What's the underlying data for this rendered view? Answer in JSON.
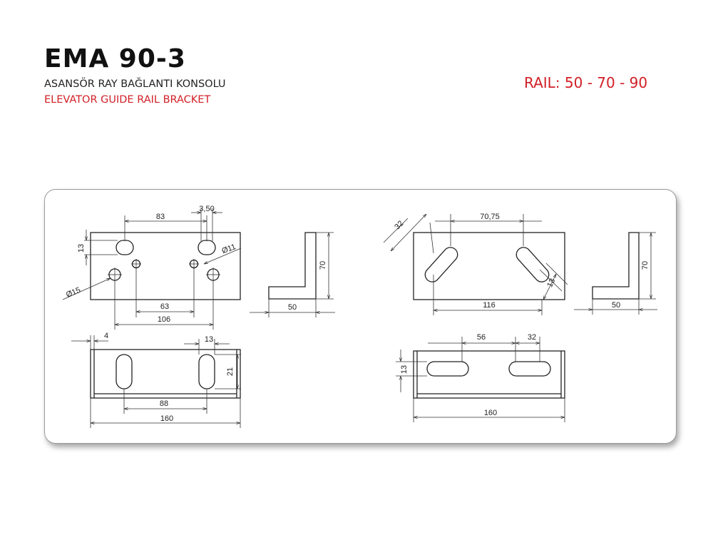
{
  "header": {
    "title": "EMA 90-3",
    "subtitle_tr": "ASANSÖR RAY BAĞLANTI KONSOLU",
    "subtitle_en": "ELEVATOR GUIDE RAIL BRACKET",
    "rail": "RAIL: 50 - 70 - 90",
    "accent_color": "#d11f26"
  },
  "drawing": {
    "part1_top": {
      "d83": "83",
      "d3_50": "3,50",
      "d13": "13",
      "d_dia11": "Ø11",
      "d_dia15": "Ø15",
      "d63": "63",
      "d106": "106"
    },
    "part1_side": {
      "d70": "70",
      "d50": "50"
    },
    "part1_bottom": {
      "d4": "4",
      "d13": "13",
      "d21": "21",
      "d88": "88",
      "d160": "160"
    },
    "part2_top": {
      "d32": "32",
      "d70_75": "70,75",
      "d13": "13",
      "d116": "116"
    },
    "part2_side": {
      "d70": "70",
      "d50": "50"
    },
    "part2_bottom": {
      "d56": "56",
      "d32": "32",
      "d13": "13",
      "d160": "160"
    }
  }
}
